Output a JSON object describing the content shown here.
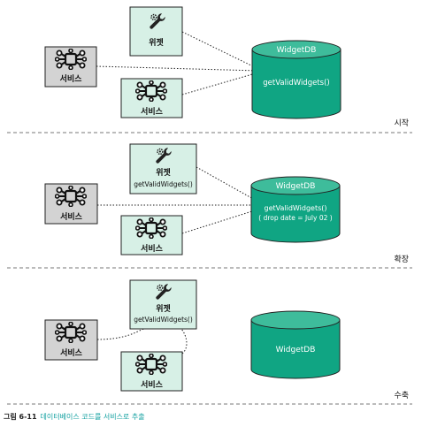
{
  "colors": {
    "teal_box": "#d7f0e6",
    "gray_box": "#d3d3d3",
    "db_fill": "#10a583",
    "db_top": "#3ebc9b",
    "caption_teal": "#13a0a0"
  },
  "icons": {
    "widget": "wrench-gear-icon",
    "service": "service-node-icon"
  },
  "panels": [
    {
      "widget": {
        "label": "위젯",
        "sublabel": ""
      },
      "service_left": {
        "label": "서비스"
      },
      "service_bottom": {
        "label": "서비스"
      },
      "db": {
        "title": "WidgetDB",
        "line1": "getValidWidgets()",
        "line2": ""
      },
      "stage": "시작"
    },
    {
      "widget": {
        "label": "위젯",
        "sublabel": "getValidWidgets()"
      },
      "service_left": {
        "label": "서비스"
      },
      "service_bottom": {
        "label": "서비스"
      },
      "db": {
        "title": "WidgetDB",
        "line1": "getValidWidgets()",
        "line2": "( drop date = July 02 )"
      },
      "stage": "확장"
    },
    {
      "widget": {
        "label": "위젯",
        "sublabel": "getValidWidgets()"
      },
      "service_left": {
        "label": "서비스"
      },
      "service_bottom": {
        "label": "서비스"
      },
      "db": {
        "title": "",
        "line1": "WidgetDB",
        "line2": ""
      },
      "stage": "수축"
    }
  ],
  "caption": {
    "number": "그림 6-11",
    "text": "데이터베이스 코드를 서비스로 추출"
  }
}
